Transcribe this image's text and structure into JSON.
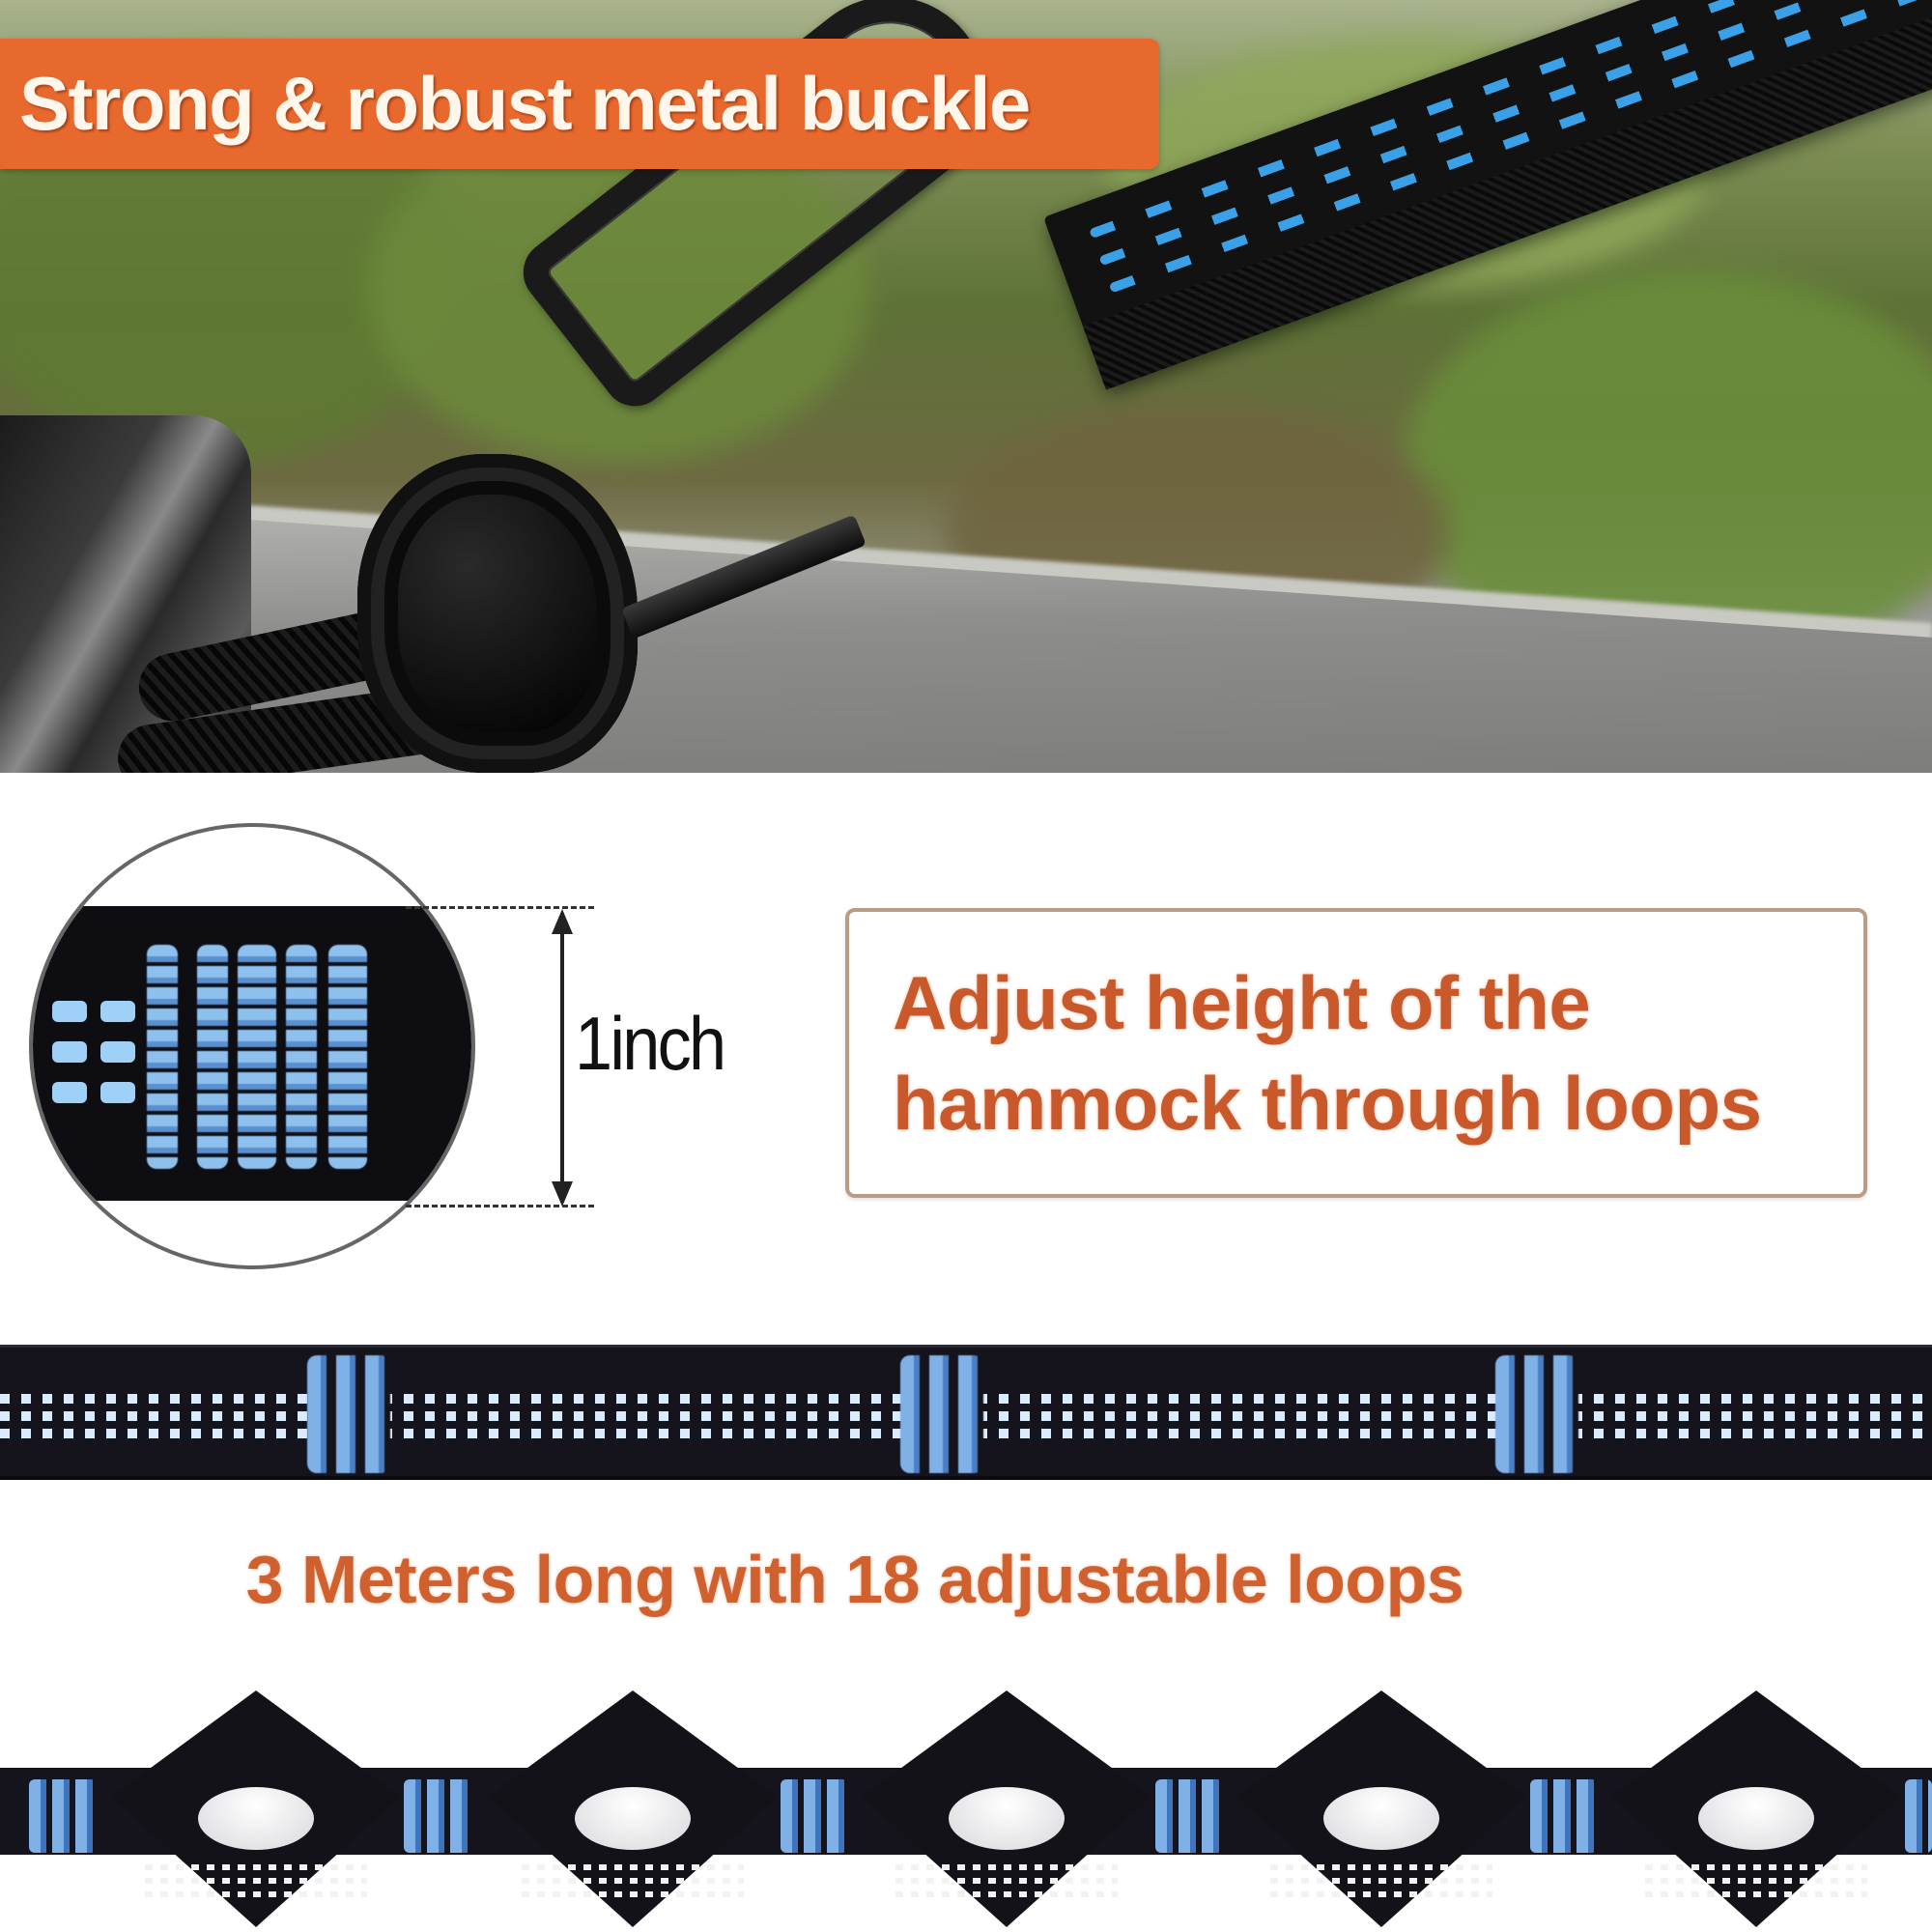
{
  "photo_section": {
    "banner": {
      "text": "Strong & robust metal buckle",
      "background_color": "#e8692e",
      "text_color": "#fff7ec"
    },
    "subject": "black carabiner clipped to hammock rope knot and black tree strap with blue stitching",
    "background": "blurred green foliage and grey pavement"
  },
  "detail_section": {
    "zoom_circle": {
      "subject": "close-up of strap webbing with blue bar-tack stitching"
    },
    "dimension": {
      "label": "1inch",
      "arrow_direction": "vertical-double"
    },
    "callout": {
      "lines": [
        "Adjust height of the",
        "hammock through loops"
      ],
      "text_color": "#c9582a",
      "border_color": "#b99c86"
    }
  },
  "flat_strap": {
    "stitch_color": "#d8ebff",
    "bartack_color": "#7fb0e6",
    "bartack_count": 3
  },
  "caption": {
    "text": "3 Meters long with 18 adjustable loops",
    "text_color": "#d0602e"
  },
  "looped_strap": {
    "visible_loops": 5,
    "visible_bartacks": 6
  },
  "colors": {
    "accent_orange": "#e8692e",
    "strap_black": "#15141c",
    "stitch_blue": "#7fb0e6"
  }
}
